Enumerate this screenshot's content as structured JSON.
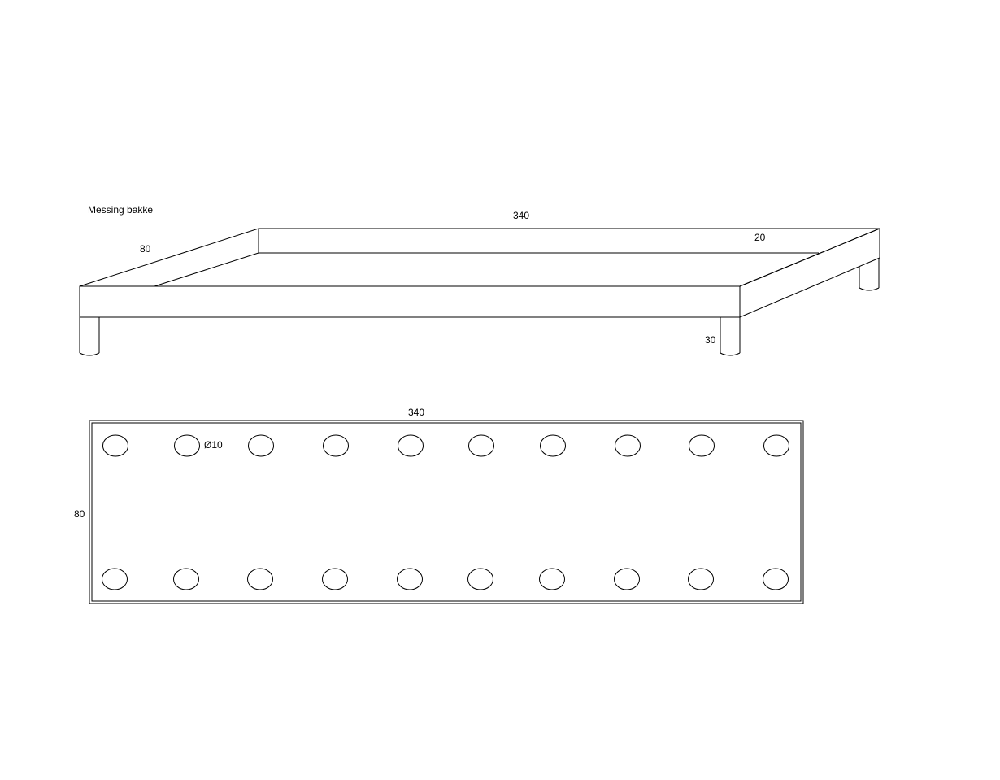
{
  "drawing": {
    "title": "Messing bakke",
    "line_color": "#000000",
    "background_color": "#ffffff"
  },
  "isometric_view": {
    "length_label": "340",
    "width_label": "80",
    "rim_width_label": "20",
    "leg_height_label": "30",
    "leg_count_visible": 3
  },
  "top_view": {
    "length_label": "340",
    "width_label": "80",
    "hole_diameter_label": "Ø10",
    "holes_per_row": 10,
    "rows": 2
  }
}
